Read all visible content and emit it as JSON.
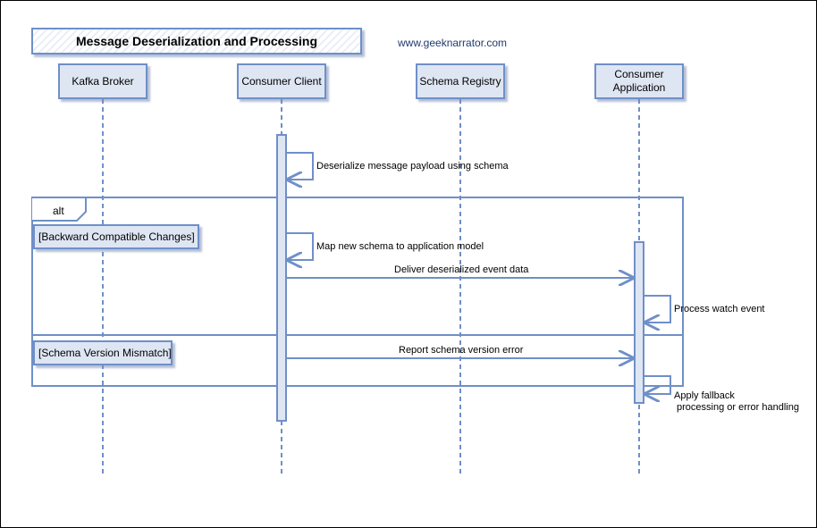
{
  "title": "Message Deserialization and Processing",
  "url": "www.geeknarrator.com",
  "participants": [
    {
      "id": "kafka",
      "label": "Kafka Broker"
    },
    {
      "id": "client",
      "label": "Consumer Client"
    },
    {
      "id": "registry",
      "label": "Schema Registry"
    },
    {
      "id": "app",
      "label": "Consumer Application"
    }
  ],
  "messages": {
    "deserialize": "Deserialize message payload using schema",
    "map_schema": "Map new schema to application model",
    "deliver": "Deliver deserialized event data",
    "process": "Process watch event",
    "report_error": "Report schema version error",
    "fallback_line1": "Apply fallback",
    "fallback_line2": "processing or error handling"
  },
  "fragment": {
    "operator": "alt",
    "condition_1": "[Backward Compatible Changes]",
    "condition_2": "[Schema Version Mismatch]"
  },
  "colors": {
    "stroke": "#6f8fc8",
    "fill": "#dfe6f3",
    "url_text": "#1f3a6e"
  }
}
